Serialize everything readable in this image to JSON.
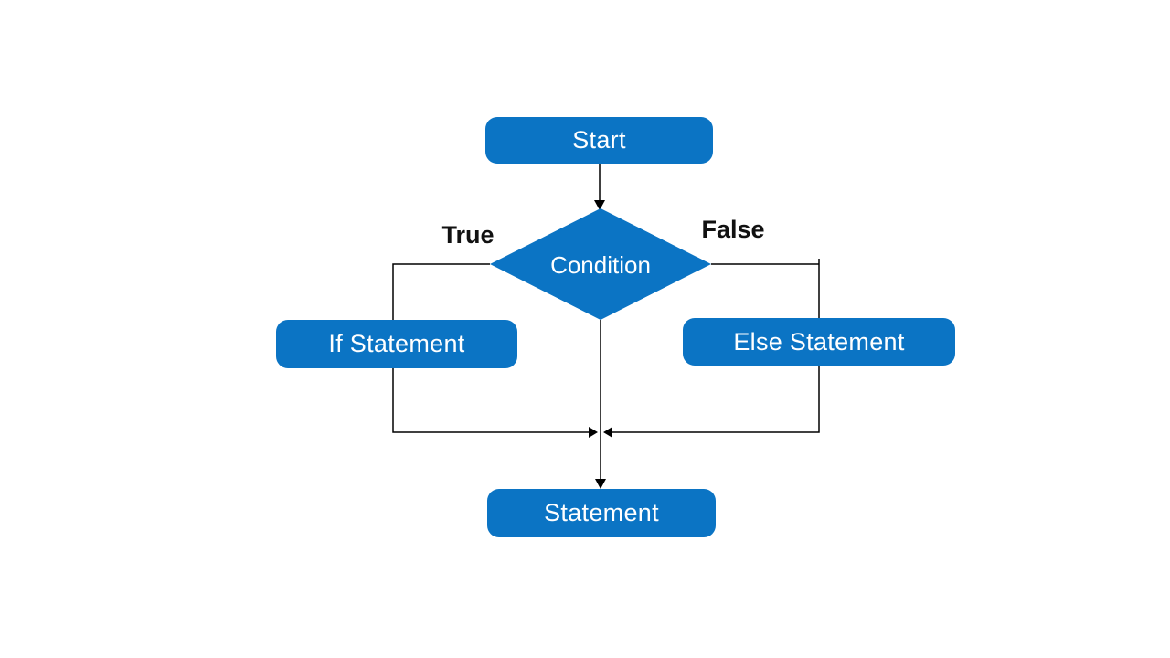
{
  "colors": {
    "background": "#ffffff",
    "node-fill": "#0b74c4",
    "node-text": "#ffffff",
    "connector": "#000000",
    "branch-label": "#111111"
  },
  "nodes": {
    "start": "Start",
    "condition": "Condition",
    "if_statement": "If Statement",
    "else_statement": "Else Statement",
    "statement": "Statement"
  },
  "branch_labels": {
    "true": "True",
    "false": "False"
  }
}
